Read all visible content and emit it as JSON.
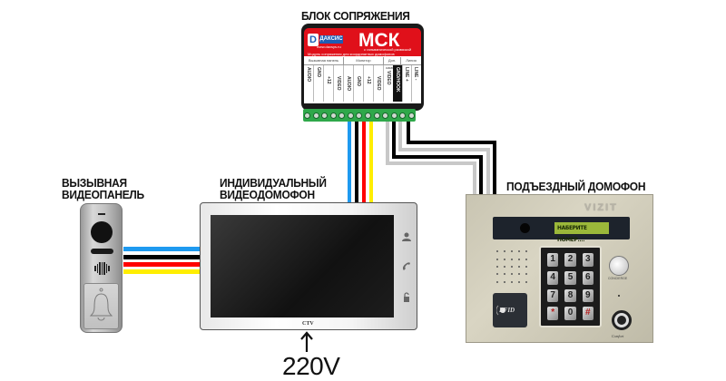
{
  "labels": {
    "interface_block": "БЛОК СОПРЯЖЕНИЯ",
    "call_panel": [
      "ВЫЗЫВНАЯ",
      "ВИДЕОПАНЕЛЬ"
    ],
    "monitor": [
      "ИНДИВИДУАЛЬНЫЙ",
      "ВИДЕОДОМОФОН"
    ],
    "entrance_intercom": "ПОДЪЕЗДНЫЙ ДОМОФОН",
    "power": "220V"
  },
  "msk_module": {
    "logo_letter": "D",
    "brand": "ДАКСИС",
    "url": "www.daxsys.ru",
    "model": "МСК",
    "subtitle": "с гальванической развязкой",
    "description": "Модуль сопряжения для координатных домофонов",
    "groups": [
      "Вызывная панель",
      "Монитор",
      "Доп. камера",
      "Линия"
    ],
    "terminals": [
      "AUDIO",
      "GND",
      "+12",
      "VIDEO",
      "AUDIO",
      "GND",
      "+12",
      "VIDEO",
      "VIDEO",
      "GND/HOOK",
      "LINE +",
      "LINE -"
    ],
    "screw_count": 13
  },
  "monitor": {
    "brand": "CTV",
    "icons": [
      "user-icon",
      "phone-icon",
      "unlock-icon"
    ]
  },
  "entrance_panel": {
    "brand": "VIZIT",
    "lcd_text": "НАБЕРИТЕ НОМЕР....",
    "keys": [
      "1",
      "2",
      "3",
      "4",
      "5",
      "6",
      "7",
      "8",
      "9",
      "*",
      "0",
      "#"
    ],
    "rfid_label": "RFID",
    "consierge_label": "CONCIERGE",
    "model_brand": "Comfort"
  },
  "wire_colors": {
    "blue": "#1e9af0",
    "black": "#000000",
    "red": "#ff0000",
    "yellow": "#ffee00",
    "grey": "#c8c8c8"
  }
}
